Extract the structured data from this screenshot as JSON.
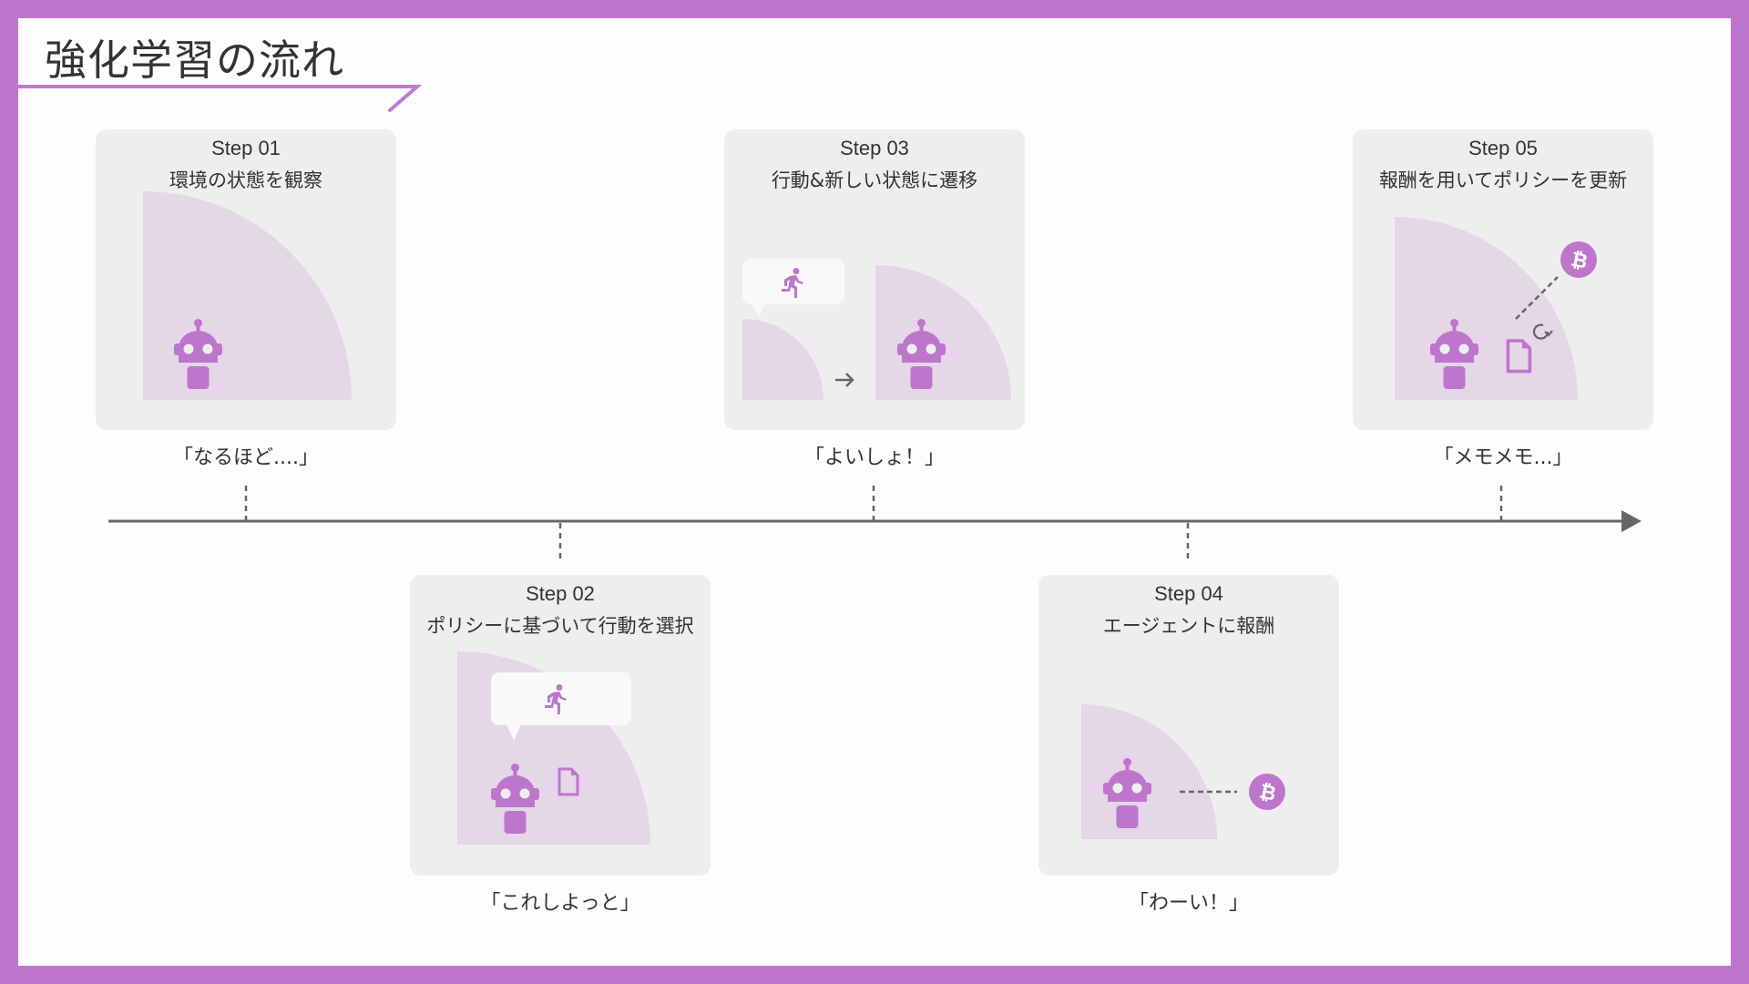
{
  "title": "強化学習の流れ",
  "colors": {
    "accent": "#BD76CC",
    "area": "#E5D6E8",
    "card": "#EEEEEE",
    "line": "#666666"
  },
  "steps": [
    {
      "step": "Step 01",
      "label": "環境の状態を観察",
      "caption": "「なるほど....」"
    },
    {
      "step": "Step 02",
      "label": "ポリシーに基づいて行動を選択",
      "caption": "「これしよっと」"
    },
    {
      "step": "Step 03",
      "label": "行動&新しい状態に遷移",
      "caption": "「よいしょ！」"
    },
    {
      "step": "Step 04",
      "label": "エージェントに報酬",
      "caption": "「わーい！」"
    },
    {
      "step": "Step 05",
      "label": "報酬を用いてポリシーを更新",
      "caption": "「メモメモ...」"
    }
  ]
}
